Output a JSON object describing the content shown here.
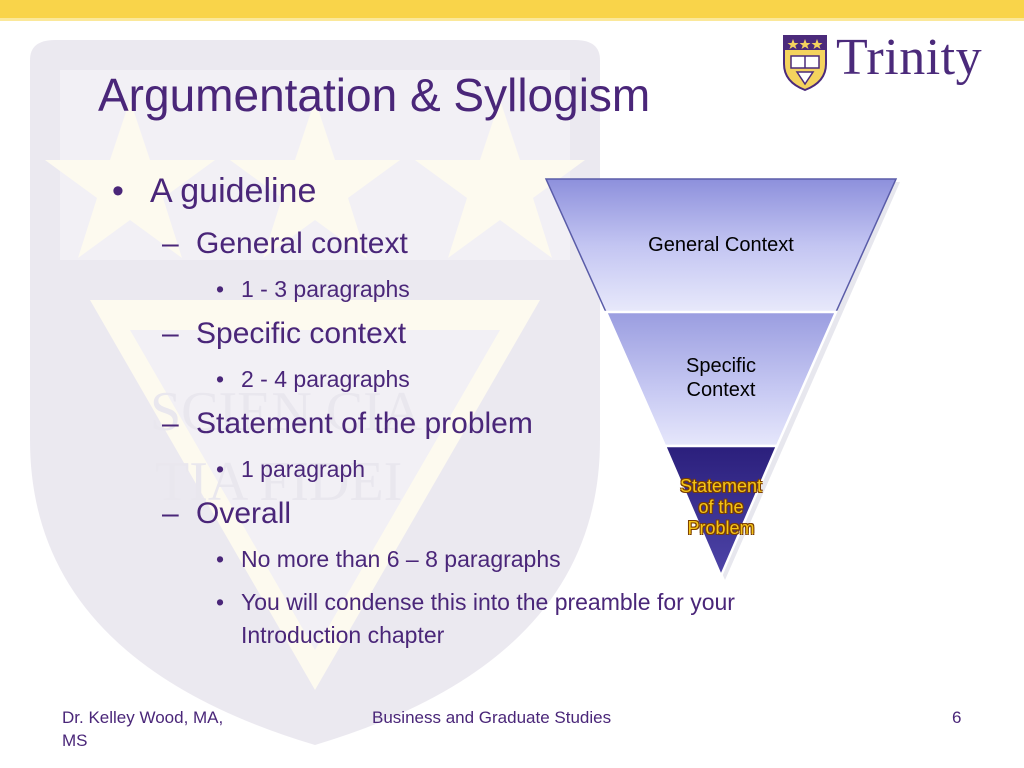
{
  "slide": {
    "title": "Argumentation & Syllogism",
    "logo_text": "Trinity",
    "outline": [
      {
        "level": 1,
        "marker": "•",
        "text": "A guideline"
      },
      {
        "level": 2,
        "marker": "–",
        "text": "General context"
      },
      {
        "level": 3,
        "marker": "•",
        "text": "1 - 3 paragraphs"
      },
      {
        "level": 2,
        "marker": "–",
        "text": "Specific context"
      },
      {
        "level": 3,
        "marker": "•",
        "text": "2 - 4 paragraphs"
      },
      {
        "level": 2,
        "marker": "–",
        "text": "Statement of the problem"
      },
      {
        "level": 3,
        "marker": "•",
        "text": "1 paragraph"
      },
      {
        "level": 2,
        "marker": "–",
        "text": "Overall"
      },
      {
        "level": 3,
        "marker": "•",
        "text": "No more than 6 – 8 paragraphs"
      },
      {
        "level": 3,
        "marker": "•",
        "text": "You will condense this into the preamble for your"
      },
      {
        "level": 3,
        "marker": "",
        "text": "Introduction chapter"
      }
    ],
    "funnel": {
      "top_label": "General Context",
      "middle_label_line1": "Specific",
      "middle_label_line2": "Context",
      "bottom_label_line1": "Statement",
      "bottom_label_line2": "of the",
      "bottom_label_line3": "Problem"
    },
    "footer": {
      "author_line1": "Dr. Kelley Wood, MA,",
      "author_line2": "MS",
      "department": "Business and Graduate Studies",
      "page_number": "6"
    },
    "colors": {
      "title": "#4a2679",
      "accent_bar": "#f9d44a",
      "funnel_top": "#b8baf0",
      "funnel_bottom": "#3a2d8e",
      "highlight_text": "#f5c518"
    }
  }
}
